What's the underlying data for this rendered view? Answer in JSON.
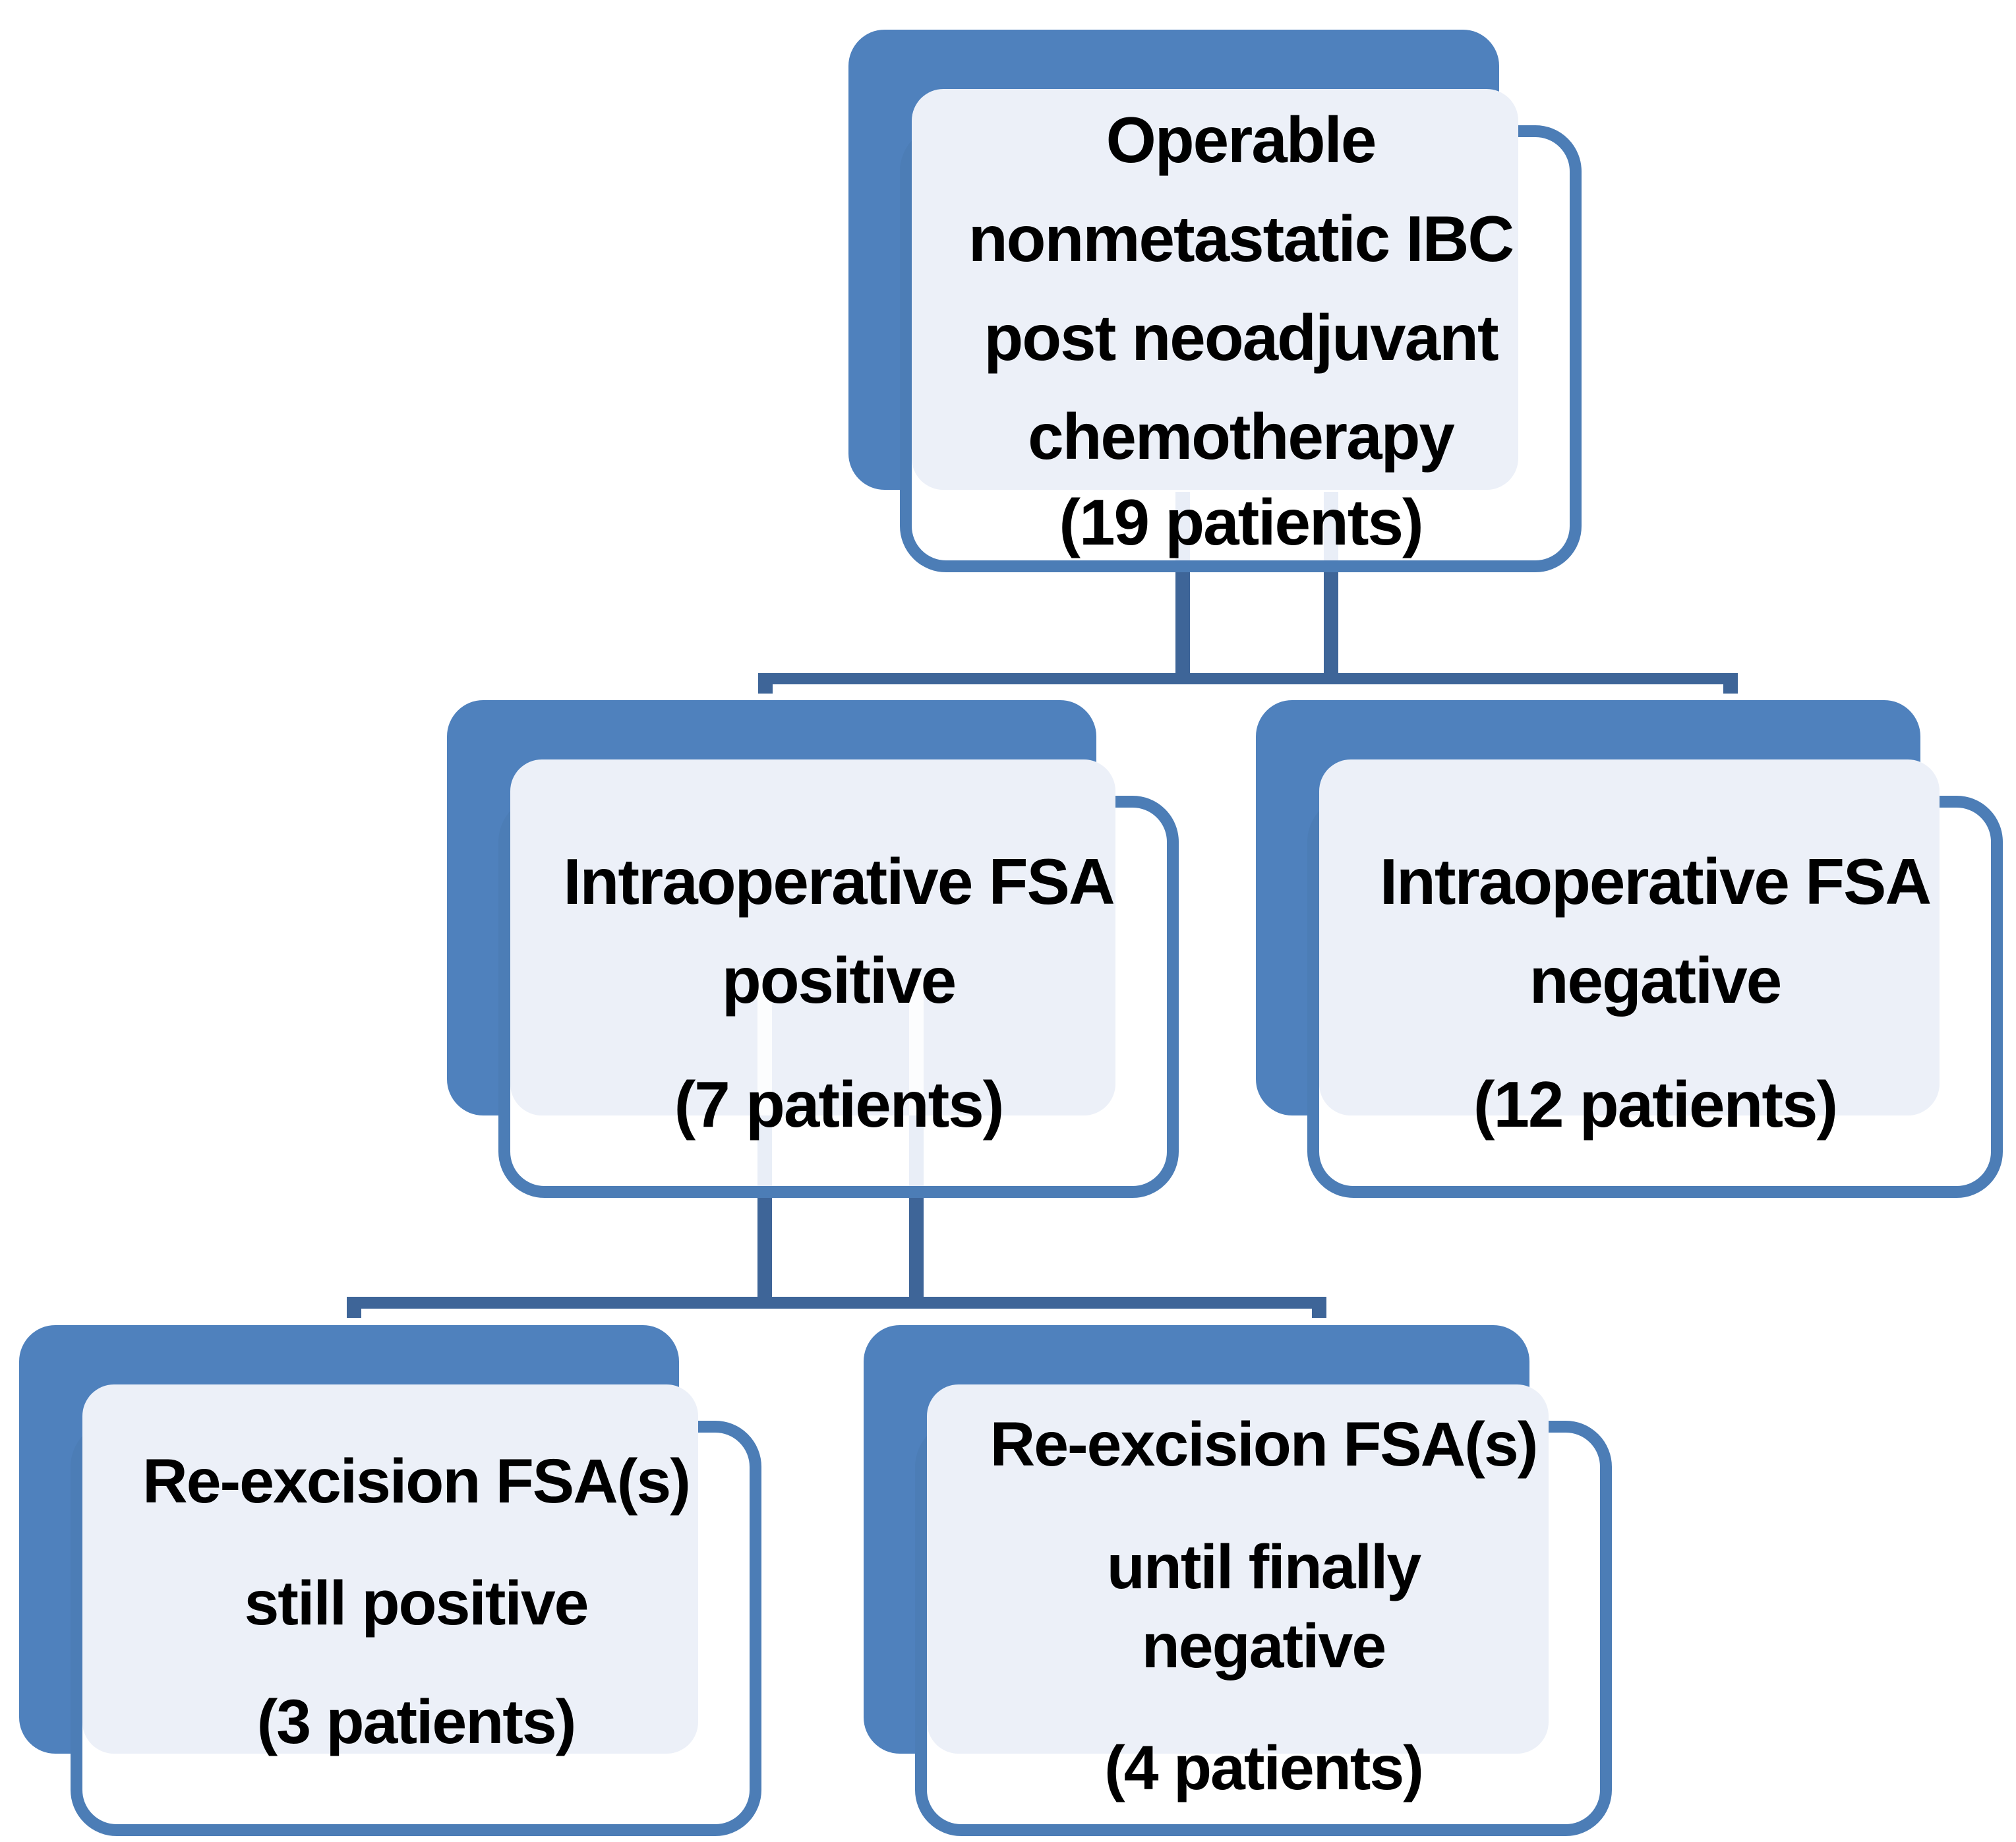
{
  "diagram": {
    "type": "flowchart",
    "description": "Patient flow of operable nonmetastatic IBC cases through intraoperative frozen section analysis (FSA) and re-excision outcomes",
    "edges": [
      {
        "from": "a",
        "to": "b"
      },
      {
        "from": "a",
        "to": "c"
      },
      {
        "from": "b",
        "to": "d"
      },
      {
        "from": "b",
        "to": "e"
      }
    ]
  },
  "nodes": {
    "a": {
      "id": "a",
      "lines": [
        "Operable",
        "nonmetastatic IBC",
        "post neoadjuvant",
        "chemotherapy",
        "(19 patients)"
      ],
      "patients": 19
    },
    "b": {
      "id": "b",
      "lines": [
        "Intraoperative FSA",
        "positive",
        "(7 patients)"
      ],
      "patients": 7
    },
    "c": {
      "id": "c",
      "lines": [
        "Intraoperative FSA",
        "negative",
        "(12 patients)"
      ],
      "patients": 12
    },
    "d": {
      "id": "d",
      "lines": [
        "Re-excision FSA(s)",
        "still positive",
        "(3 patients)"
      ],
      "patients": 3
    },
    "e": {
      "id": "e",
      "lines": [
        "Re-excision FSA(s)",
        "until finally",
        "negative",
        "(4 patients)"
      ],
      "patients": 4
    }
  },
  "colors": {
    "shape_blue": "#4F81BD",
    "border_blue": "#4C7DB6",
    "connector_blue": "#3E6598",
    "accent_fill": "#ECF0F8",
    "text": "#000000",
    "background": "#FFFFFF"
  }
}
